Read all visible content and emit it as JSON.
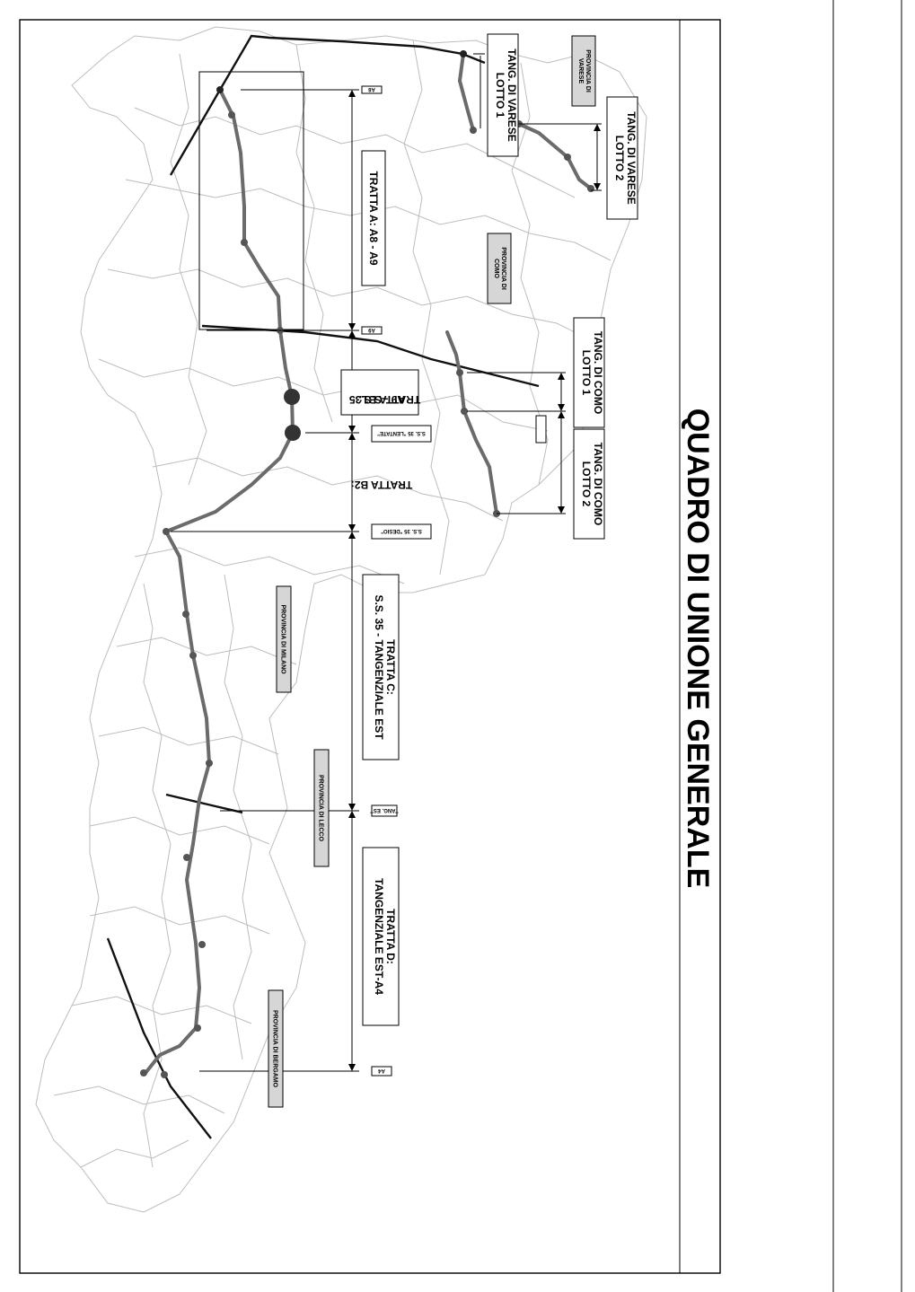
{
  "title": "QUADRO DI UNIONE GENERALE",
  "colors": {
    "border": "#000000",
    "road_route": "#6b6b6b",
    "municipal_lines": "#bdbdbd",
    "province_label_bg": "#d6d6d6",
    "highway": "#111111"
  },
  "tratte": {
    "a": "TRATTA  A:  A8 - A9",
    "b1_line1": "TRATTA B1:",
    "b1_line2": "A9 - S.S.35",
    "b2": "TRATTA B2:",
    "c_line1": "TRATTA C:",
    "c_line2": "S.S. 35 - TANGENZIALE EST",
    "d_line1": "TRATTA D:",
    "d_line2": "TANGENZIALE EST-A4"
  },
  "tangenziali": {
    "varese_1_line1": "TANG. DI VARESE",
    "varese_1_line2": "LOTTO 1",
    "varese_2_line1": "TANG. DI VARESE",
    "varese_2_line2": "LOTTO 2",
    "como_1_line1": "TANG. DI COMO",
    "como_1_line2": "LOTTO 1",
    "como_2_line1": "TANG. DI COMO",
    "como_2_line2": "LOTTO 2"
  },
  "provinces": {
    "varese_line1": "PROVINCIA DI",
    "varese_line2": "VARESE",
    "como_line1": "PROVINCIA DI",
    "como_line2": "COMO",
    "milano": "PROVINCIA DI MILANO",
    "lecco": "PROVINCIA DI LECCO",
    "bergamo": "PROVINCIA DI BERGAMO"
  },
  "endpoint_tags": {
    "a8": "A8",
    "a9": "A9",
    "ss35_lentate": "S.S. 35 \"LENTATE\"",
    "ss35_desio": "S.S. 35 \"DESIO\"",
    "tang_est": "TANG. EST",
    "a4": "A4"
  }
}
